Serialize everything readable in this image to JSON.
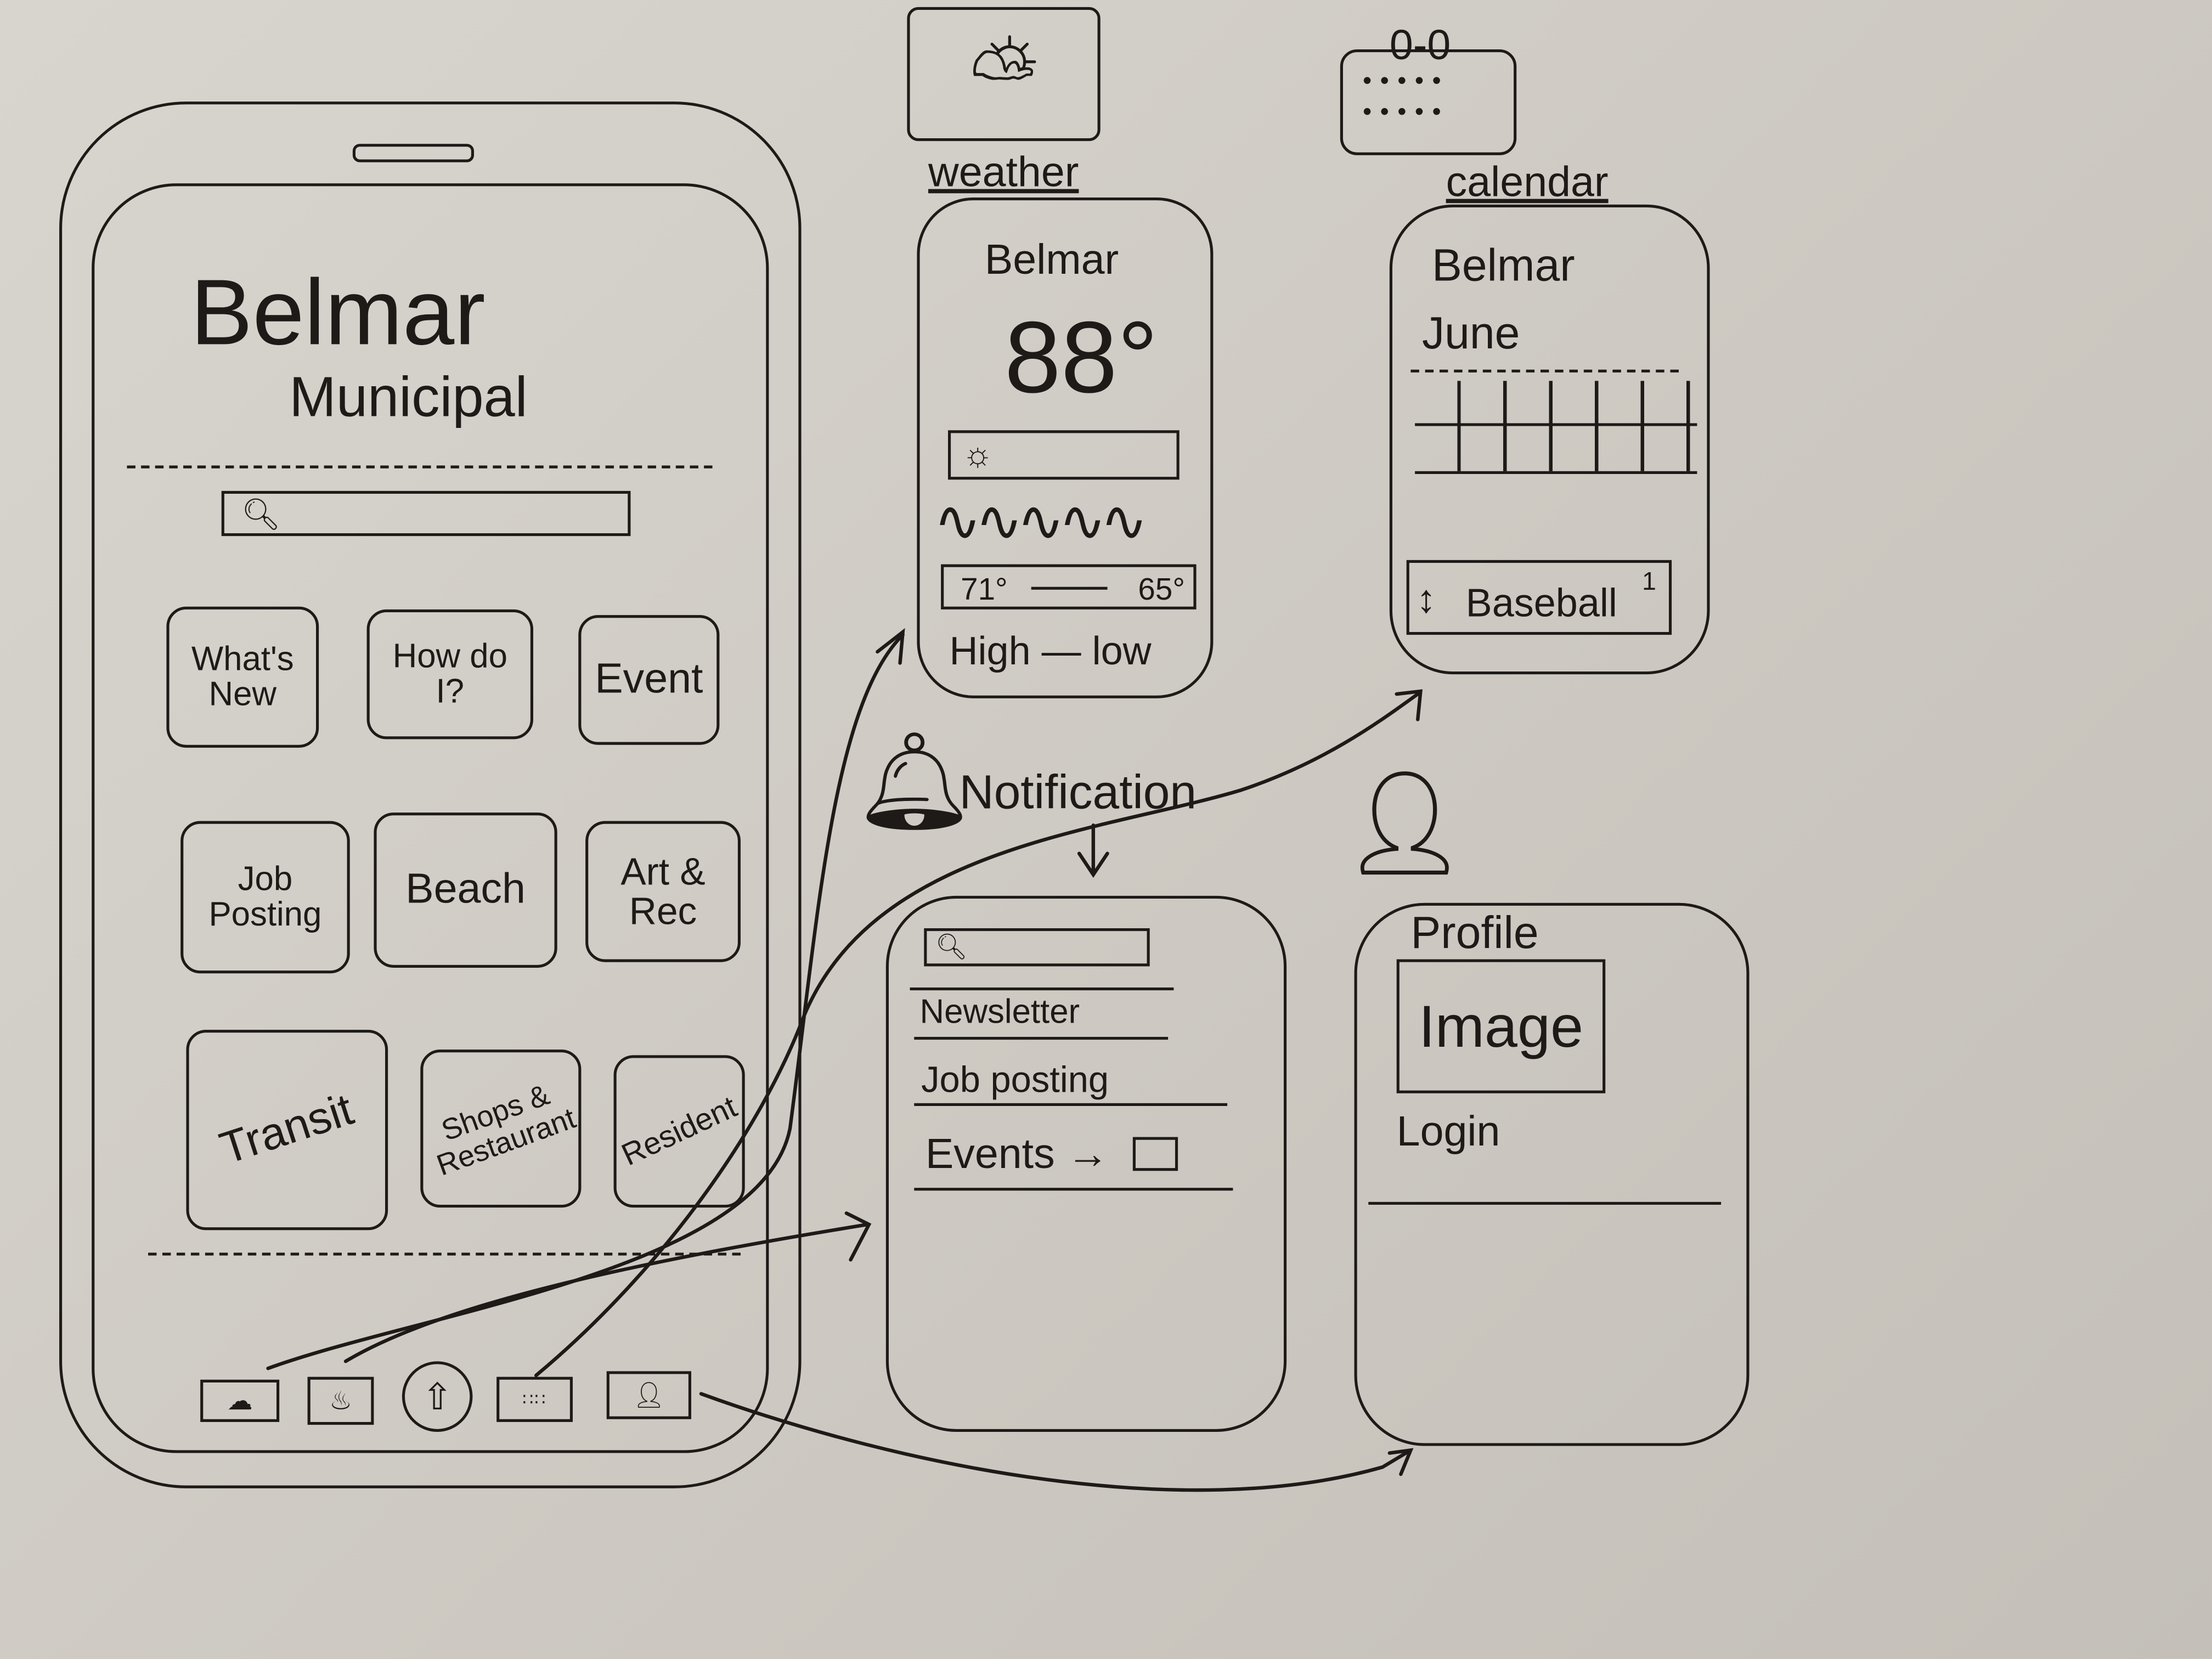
{
  "main_screen": {
    "title": "Belmar",
    "subtitle": "Municipal",
    "search_icon": "search-icon",
    "tiles": [
      {
        "label": "What's New"
      },
      {
        "label": "How do I?"
      },
      {
        "label": "Event"
      },
      {
        "label": "Job Posting"
      },
      {
        "label": "Beach"
      },
      {
        "label": "Art & Rec"
      },
      {
        "label": "Transit"
      },
      {
        "label": "Shops & Restaurant"
      },
      {
        "label": "Resident"
      }
    ],
    "bottom_nav": [
      "weather-icon",
      "notification-icon",
      "home-icon",
      "calendar-icon",
      "profile-icon"
    ]
  },
  "weather_screen": {
    "label": "weather",
    "city": "Belmar",
    "temperature": "88°",
    "high": "71°",
    "low": "65°",
    "high_low_label": "High — low"
  },
  "calendar_screen": {
    "label": "calendar",
    "city": "Belmar",
    "month": "June",
    "event": "Baseball",
    "event_count": "1"
  },
  "notification_screen": {
    "label": "Notification",
    "items": [
      {
        "label": "Newsletter"
      },
      {
        "label": "Job posting"
      },
      {
        "label": "Events →"
      }
    ]
  },
  "profile_screen": {
    "title": "Profile",
    "image_label": "Image",
    "login": "Login"
  },
  "colors": {
    "ink": "#1d1a18",
    "paper": "#d4d0c9"
  }
}
